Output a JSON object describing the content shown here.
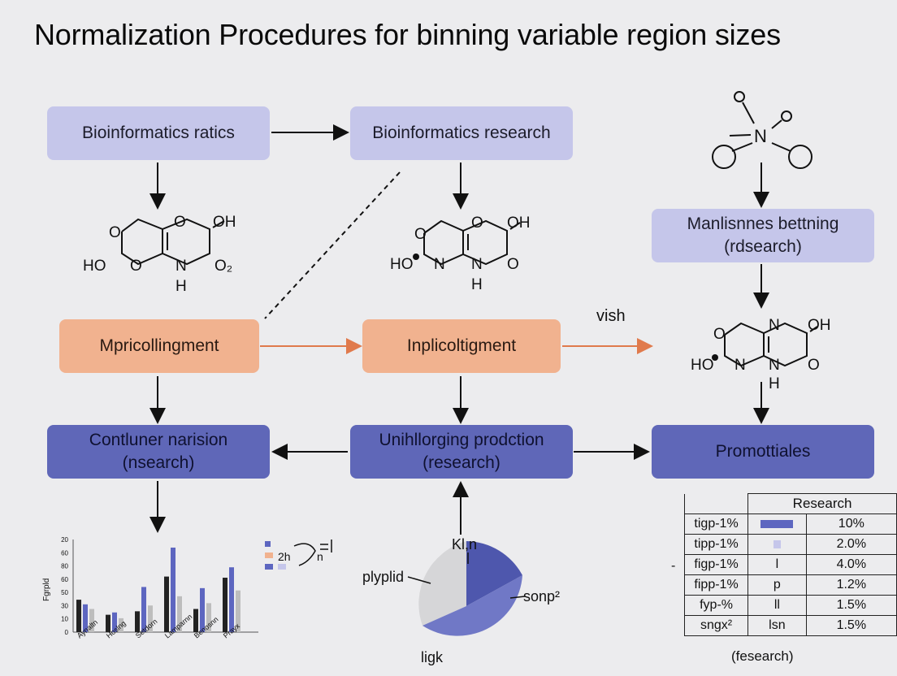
{
  "title": "Normalization Procedures for binning variable region sizes",
  "boxes": {
    "bio_ratics": "Bioinformatics ratics",
    "bio_research": "Bioinformatics research",
    "manlisnnes_l1": "Manlisnnes bettning",
    "manlisnnes_l2": "(rdsearch)",
    "mpricollingment": "Mpricollingment",
    "inplicoltigment": "Inplicoltigment",
    "contluner_l1": "Contluner narision",
    "contluner_l2": "(nsearch)",
    "unihllorging_l1": "Unihllorging prodction",
    "unihllorging_l2": "(research)",
    "promottiales": "Promottiales"
  },
  "labels": {
    "vish": "vish"
  },
  "molecules": {
    "m1": {
      "oh": "OH",
      "ho": "HO",
      "o2": "O₂",
      "n": "N",
      "h": "H",
      "o": "O"
    },
    "m2": {
      "oh": "OH",
      "ho": "HO",
      "n": "N",
      "h": "H",
      "o": "O"
    },
    "m3": {
      "oh": "OH",
      "ho": "HO",
      "n": "N",
      "h": "H",
      "o": "O"
    },
    "nitro": {
      "n": "N",
      "o": "O"
    }
  },
  "pie": {
    "labels": [
      "Kl,n",
      "plyplid",
      "sonp²",
      "ligk"
    ]
  },
  "bar_chart": {
    "ylabel": "Fgrpld",
    "yticks": [
      "20",
      "60",
      "80",
      "60",
      "50",
      "30",
      "10",
      "0"
    ],
    "categories": [
      "Aynaltn",
      "Hoslng",
      "Setdorn",
      "Lamparnn",
      "Benosnn",
      "Prayx"
    ],
    "legend": [
      "2h",
      "n"
    ]
  },
  "table": {
    "header": "Research",
    "rows": [
      [
        "tigp-1%",
        "",
        "10%"
      ],
      [
        "tipp-1%",
        "",
        "2.0%"
      ],
      [
        "figp-1%",
        "l",
        "4.0%"
      ],
      [
        "fipp-1%",
        "p",
        "1.2%"
      ],
      [
        "fyp-%",
        "ll",
        "1.5%"
      ],
      [
        "sngx²",
        "lsn",
        "1.5%"
      ]
    ],
    "footer": "(fesearch)",
    "dash": "-"
  },
  "colors": {
    "lavender": "#c5c6ea",
    "orange": "#f1b28f",
    "blue": "#5f67b8",
    "arrow_orange": "#e07a4c",
    "bar_dark": "#222222",
    "bar_blue": "#5d66c0",
    "bar_gray": "#bdbdbd"
  },
  "chart_data": {
    "type": "bar",
    "categories": [
      "Aynaltn",
      "Hoslng",
      "Setdorn",
      "Lamparnn",
      "Benosnn",
      "Prayx"
    ],
    "series": [
      {
        "values": [
          28,
          15,
          18,
          48,
          20,
          47
        ]
      },
      {
        "values": [
          24,
          17,
          39,
          73,
          38,
          56
        ]
      },
      {
        "values": [
          20,
          12,
          23,
          31,
          25,
          36
        ]
      }
    ],
    "ylim": [
      0,
      80
    ]
  }
}
